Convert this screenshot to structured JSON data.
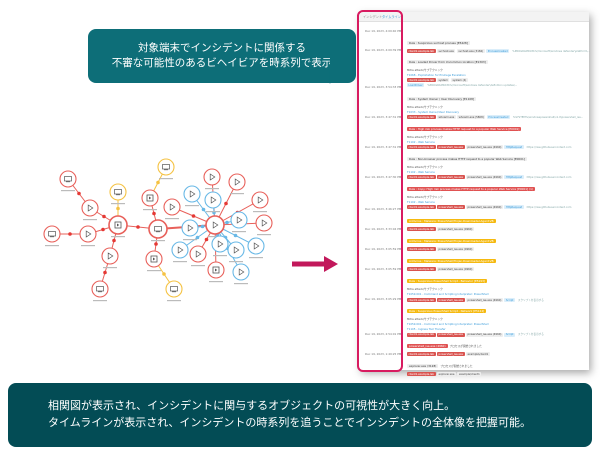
{
  "callout": {
    "line1": "対象端末でインシデントに関係する",
    "line2": "不審な可能性のあるビヘイビアを時系列で表示"
  },
  "banner": {
    "line1": "相関図が表示され、インシデントに関与するオブジェクトの可視性が大きく向上。",
    "line2": "タイムラインが表示され、インシデントの時系列を追うことでインシデントの全体像を把握可能。"
  },
  "colors": {
    "teal": "#0d6e78",
    "banner": "#034c55",
    "highlight": "#d81b60",
    "red": "#e05252",
    "yellow": "#f5b90f",
    "blue": "#5ab4e5"
  },
  "panel": {
    "tabs": [
      {
        "label": "インシデント"
      },
      {
        "label": "タイムライン"
      }
    ],
    "entries": [
      {
        "time": "Dec 19, 2023, 4:09:40 PM",
        "rule": "Rule : Suspicious svchost process [E5428]",
        "style": "gray",
        "lines": [],
        "links": [],
        "tags": [
          {
            "t": "client1.example.lab",
            "c": "red"
          },
          {
            "t": "svchost.exe",
            "c": ""
          },
          {
            "t": "svchost.exe (3184)",
            "c": ""
          },
          {
            "t": "ProcessCreated",
            "c": "blue"
          },
          {
            "t": "%PROGRAMDATA%\\microsoft\\windows defender\\platform\\...",
            "c": "txt"
          }
        ]
      },
      {
        "time": "Dec 19, 2023, 4:09:39 PM",
        "rule": "Rule : Loaded Driver from Uncommon location [E1303]",
        "style": "gray",
        "lines": [
          "Mitre attack/サブテクニック"
        ],
        "links": [
          "T1068 - Exploitation for Privilege Escalation"
        ],
        "tags": [
          {
            "t": "client1.example.lab",
            "c": "red"
          },
          {
            "t": "system",
            "c": ""
          },
          {
            "t": "system (4)",
            "c": ""
          }
        ],
        "tags2": [
          {
            "t": "LoadDriver",
            "c": "blue"
          },
          {
            "t": "%PROGRAMDATA%\\microsoft\\windows defender\\definition updates\\...",
            "c": "txt"
          }
        ]
      },
      {
        "time": "Dec 19, 2023, 3:54:33 PM",
        "rule": "Rule : System Owner / User Discovery [E1108]",
        "style": "gray",
        "lines": [
          "Mitre attack/サブテクニック"
        ],
        "links": [
          "T1033 - System Owner/User Discovery"
        ],
        "tags": [
          {
            "t": "client1.example.lab",
            "c": "red"
          },
          {
            "t": "whoami.exe",
            "c": ""
          },
          {
            "t": "whoami.exe (5808)",
            "c": ""
          },
          {
            "t": "ProcessCreated",
            "c": "blue"
          },
          {
            "t": "%SYSTEM%\\windowspowershell\\v1.0\\powershell_ise...",
            "c": "txt"
          }
        ]
      },
      {
        "time": "Dec 19, 2023, 3:47:31 PM",
        "rule": "Rule : High risk process makes HTTP request to a popular Web Service [E0001]",
        "style": "red",
        "lines": [
          "Mitre attack/サブテクニック"
        ],
        "links": [
          "T1102 - Web Service"
        ],
        "tags": [
          {
            "t": "client1.example.lab",
            "c": "red"
          },
          {
            "t": "powershell_ise.exe",
            "c": "red"
          },
          {
            "t": "powershell_ise.exe (4960)",
            "c": ""
          },
          {
            "t": "HttpRequest",
            "c": "blue"
          },
          {
            "t": "https://raw.githubusercontent.com",
            "c": "txt"
          }
        ]
      },
      {
        "time": "Dec 19, 2023, 3:47:31 PM",
        "rule": "Rule : Non-browser process makes HTTP request to a popular Web Service [E0001]",
        "style": "gray",
        "lines": [
          "Mitre attack/サブテクニック"
        ],
        "links": [
          "T1102 - Web Service"
        ],
        "tags": [
          {
            "t": "client1.example.lab",
            "c": "red"
          },
          {
            "t": "powershell_ise.exe",
            "c": "red"
          },
          {
            "t": "powershell_ise.exe (4960)",
            "c": ""
          },
          {
            "t": "HttpRequest",
            "c": "blue"
          },
          {
            "t": "https://raw.githubusercontent.com",
            "c": "txt"
          }
        ]
      },
      {
        "time": "Dec 19, 2023, 3:47:30 PM",
        "rule": "Rule : Copy: High risk process makes HTTP request to a popular Web Service [E0001] (1)",
        "style": "red",
        "lines": [
          "Mitre attack/サブテクニック"
        ],
        "links": [
          "T1102 - Web Service"
        ],
        "tags": [
          {
            "t": "client1.example.lab",
            "c": "red"
          },
          {
            "t": "powershell_ise.exe",
            "c": "red"
          },
          {
            "t": "powershell_ise.exe (4960)",
            "c": ""
          },
          {
            "t": "HttpRequest",
            "c": "blue"
          },
          {
            "t": "https://raw.githubusercontent.com",
            "c": "txt"
          }
        ]
      },
      {
        "time": "Dec 19, 2023, 3:46:27 PM",
        "rule": "Antivirus : Malware: PowerShell/Trojan.Downloader.Agent.VB",
        "style": "yellow",
        "lines": [],
        "links": [],
        "tags": [
          {
            "t": "client1.example.lab",
            "c": "red"
          },
          {
            "t": "powershell_ise.exe (4960)",
            "c": ""
          }
        ]
      },
      {
        "time": "Dec 19, 2023, 3:33:04 PM",
        "rule": "Antivirus : Malware: PowerShell/Trojan.Downloader.Agent.VB",
        "style": "yellow",
        "lines": [],
        "links": [],
        "tags": [
          {
            "t": "client1.example.lab",
            "c": "red"
          },
          {
            "t": "powershell_ise.exe (4960)",
            "c": ""
          }
        ]
      },
      {
        "time": "Dec 19, 2023, 3:05:59 PM",
        "rule": "Antivirus : Malware: PowerShell/Trojan.Downloader.Agent.VB",
        "style": "yellow",
        "lines": [],
        "links": [],
        "tags": [
          {
            "t": "client1.example.lab",
            "c": "red"
          },
          {
            "t": "powershell_ise.exe (4960)",
            "c": ""
          }
        ]
      },
      {
        "time": "Dec 19, 2023, 3:05:59 PM",
        "rule": "Rule : Suspicious PowerShell Script - Behavior [E5193]",
        "style": "yellow",
        "lines": [
          "Mitre attack/サブテクニック"
        ],
        "links": [
          "T1059.001 - Command and Scripting Interpreter: PowerShell"
        ],
        "tags": [
          {
            "t": "client1.example.lab",
            "c": "red"
          },
          {
            "t": "powershell_ise.exe",
            "c": "red"
          },
          {
            "t": "powershell_ise.exe (4960)",
            "c": ""
          },
          {
            "t": "Script",
            "c": "blue"
          },
          {
            "t": "スクリプトを表示する",
            "c": "txt"
          }
        ]
      },
      {
        "time": "Dec 19, 2023, 3:05:29 PM",
        "rule": "Rule : Suspicious PowerShell Script - Network [E5124]",
        "style": "yellow",
        "lines": [
          "Mitre attack/サブテクニック"
        ],
        "links": [
          "T1059.001 - Command and Scripting Interpreter: PowerShell",
          "T1105 - Ingress Tool Transfer"
        ],
        "tags": [
          {
            "t": "client1.example.lab",
            "c": "red"
          },
          {
            "t": "powershell_ise.exe",
            "c": "red"
          },
          {
            "t": "powershell_ise.exe (4960)",
            "c": ""
          },
          {
            "t": "Script",
            "c": "blue"
          },
          {
            "t": "スクリプトを表示する",
            "c": "txt"
          }
        ]
      },
      {
        "time": "Dec 19, 2023, 2:54:01 PM",
        "rule": "powershell_ise.exe (4960)",
        "style": "red",
        "suffix": "プロセスが開始されました",
        "lines": [],
        "links": [],
        "tags": [
          {
            "t": "client1.example.lab",
            "c": "red"
          },
          {
            "t": "powershell_ise.exe",
            "c": "red"
          },
          {
            "t": "example\\client1",
            "c": ""
          }
        ]
      },
      {
        "time": "Dec 19, 2023, 1:49:25 PM",
        "rule": "explorer.exe (3128)",
        "style": "gray",
        "suffix": "プロセスが開始されました",
        "lines": [],
        "links": [],
        "tags": [
          {
            "t": "client1.example.lab",
            "c": "red"
          },
          {
            "t": "explorer.exe",
            "c": ""
          },
          {
            "t": "example\\client1",
            "c": ""
          }
        ]
      }
    ]
  }
}
